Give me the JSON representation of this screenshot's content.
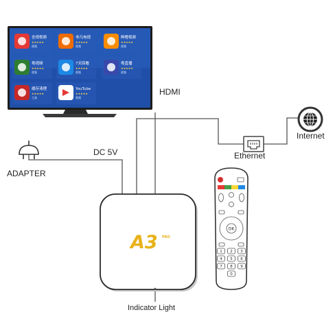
{
  "labels": {
    "hdmi": "HDMI",
    "dc": "DC 5V",
    "adapter": "ADAPTER",
    "ethernet": "Ethernet",
    "internet": "Internet",
    "indicator": "Indicator Light"
  },
  "device": {
    "logo_main": "A3",
    "logo_badge": "PRO"
  },
  "tv_apps": [
    {
      "name": "全视视频",
      "sub": "视频",
      "stars": "★★★★★",
      "icon": "play-icon",
      "color": "#e53935"
    },
    {
      "name": "非凡电视",
      "sub": "视频",
      "stars": "★★★★★",
      "icon": "tv-app-icon",
      "color": "#ef6c00"
    },
    {
      "name": "鲜橙视频",
      "sub": "视频",
      "stars": "★★★★★",
      "icon": "orange-icon",
      "color": "#fb8c00"
    },
    {
      "name": "粤视频",
      "sub": "视频",
      "stars": "★★★★★",
      "icon": "film-icon",
      "color": "#2e7d32"
    },
    {
      "name": "7天回看",
      "sub": "视频",
      "stars": "★★★★★",
      "icon": "replay-icon",
      "color": "#1e88e5"
    },
    {
      "name": "粤直播",
      "sub": "视频",
      "stars": "★★★★★",
      "icon": "live-icon",
      "color": "#3949ab"
    },
    {
      "name": "缓存清理",
      "sub": "工具",
      "stars": "★★★★★",
      "icon": "clean-icon",
      "color": "#c62828"
    },
    {
      "name": "YouTube",
      "sub": "视频",
      "stars": "★★★★★",
      "icon": "youtube-icon",
      "color": "#ffffff"
    }
  ],
  "remote_keys": [
    "1",
    "2",
    "3",
    "4",
    "5",
    "6",
    "7",
    "8",
    "9",
    "0"
  ],
  "colors": {
    "line": "#555555",
    "tv_bezel": "#1c1c1c",
    "screen": "#1f4fa8",
    "logo_gold": "#e8b21a"
  }
}
